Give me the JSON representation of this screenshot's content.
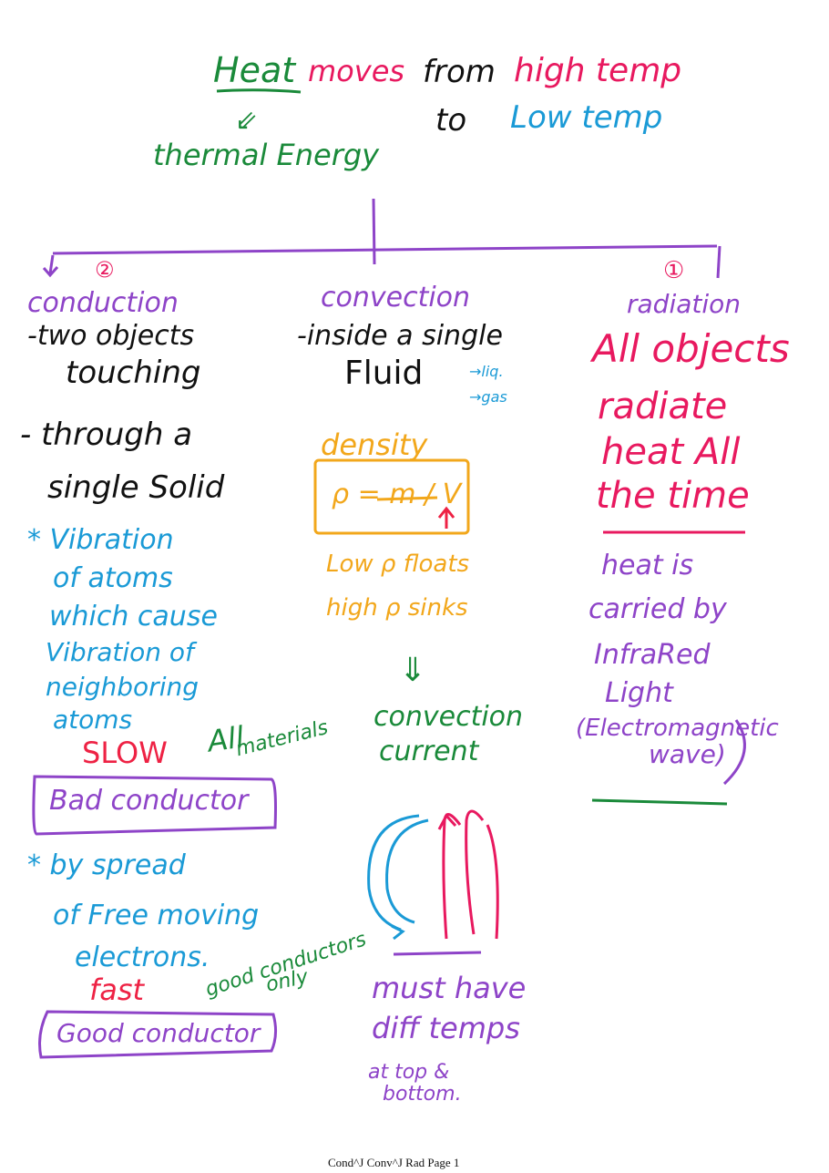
{
  "title": {
    "heat": "Heat",
    "moves": "moves",
    "from": "from",
    "high_temp": "high temp",
    "to": "to",
    "low_temp": "Low temp",
    "arrow": "⇙",
    "thermal_energy": "thermal Energy"
  },
  "conduction": {
    "number": "②",
    "heading": "conduction",
    "point1_line1": "-two objects",
    "point1_line2": "touching",
    "point2_line1": "- through a",
    "point2_line2": "single Solid",
    "note1_line1": "* Vibration",
    "note1_line2": "of atoms",
    "note1_line3": "which cause",
    "note1_line4": "Vibration of",
    "note1_line5": "neighboring",
    "note1_line6": "atoms",
    "slow": "SLOW",
    "all_materials_1": "All",
    "all_materials_2": "materials",
    "bad_conductor": "Bad conductor",
    "note2_line1": "* by spread",
    "note2_line2": "of Free moving",
    "note2_line3": "electrons.",
    "fast": "fast",
    "good_conductors_only_1": "good conductors",
    "good_conductors_only_2": "only",
    "good_conductor": "Good conductor"
  },
  "convection": {
    "heading": "convection",
    "point1_line1": "-inside a single",
    "point1_line2": "Fluid",
    "liq": "→liq.",
    "gas": "→gas",
    "density": "density",
    "formula": "ρ = m / V",
    "low_floats": "Low ρ floats",
    "high_sinks": "high ρ sinks",
    "arrow": "⇓",
    "current_line1": "convection",
    "current_line2": "current",
    "must_line1": "must have",
    "must_line2": "diff temps",
    "must_line3": "at top &",
    "must_line4": "bottom."
  },
  "radiation": {
    "number": "①",
    "heading": "radiation",
    "all_line1": "All objects",
    "all_line2": "radiate",
    "all_line3": "heat All",
    "all_line4": "the time",
    "heat_line1": "heat is",
    "heat_line2": "carried by",
    "heat_line3": "InfraRed",
    "heat_line4": "Light",
    "heat_line5": "(Electromagnetic",
    "heat_line6": "wave)"
  },
  "footer": "Cond^J Conv^J Rad Page 1"
}
